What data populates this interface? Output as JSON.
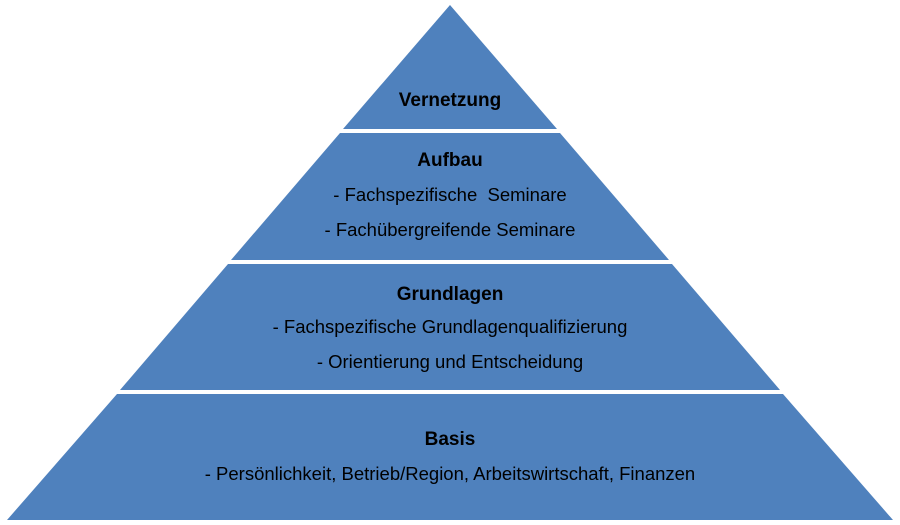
{
  "fill_color": "#4f81bd",
  "separator_color": "#ffffff",
  "text_color": "#000000",
  "levels": [
    {
      "title": "Vernetzung",
      "lines": []
    },
    {
      "title": "Aufbau",
      "lines": [
        "- Fachspezifische  Seminare",
        "- Fachübergreifende Seminare"
      ]
    },
    {
      "title": "Grundlagen",
      "lines": [
        "- Fachspezifische Grundlagenqualifizierung",
        "- Orientierung und Entscheidung"
      ]
    },
    {
      "title": "Basis",
      "lines": [
        "- Persönlichkeit, Betrieb/Region, Arbeitswirtschaft, Finanzen"
      ]
    }
  ]
}
